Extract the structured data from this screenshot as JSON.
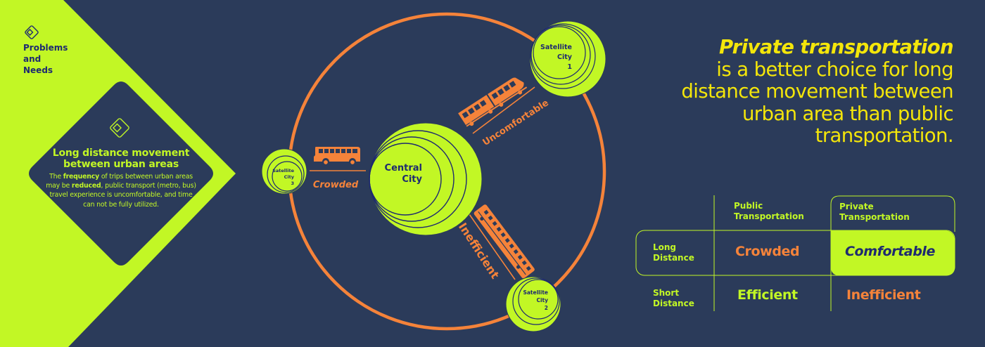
{
  "colors": {
    "background": "#2b3b5a",
    "lime": "#c2f725",
    "orange": "#f5833a",
    "navy_text": "#1e2a70",
    "headline_yellow": "#f4e60a"
  },
  "left_panel": {
    "icon": "diamond-logo-icon",
    "section_label": [
      "Problems",
      "and",
      "Needs"
    ],
    "card": {
      "icon": "diamond-logo-icon",
      "title_line1": "Long distance movement",
      "title_line2": "between urban areas",
      "body": {
        "p1": "The ",
        "b1": "frequency",
        "p2": " of trips between urban areas may be ",
        "b2": "reduced",
        "p3": ", public transport (metro, bus) travel experience is uncomfortable, and time can not be fully utilized."
      }
    }
  },
  "diagram": {
    "central_city": [
      "Central",
      "City"
    ],
    "satellite_1": [
      "Satellite",
      "City",
      "1"
    ],
    "satellite_2": [
      "Satellite",
      "City",
      "2"
    ],
    "satellite_3": [
      "Satellite",
      "City",
      "3"
    ],
    "links": [
      {
        "to": "satellite_3",
        "vehicle": "bus-icon",
        "label": "Crowded"
      },
      {
        "to": "satellite_1",
        "vehicle": "train-icon",
        "label": "Uncomfortable"
      },
      {
        "to": "satellite_2",
        "vehicle": "metro-icon",
        "label": "Inefficient"
      }
    ]
  },
  "headline": {
    "emphasis": "Private transportation",
    "lines": [
      "is a better choice for long",
      "distance movement between",
      "urban area than public",
      "transportation."
    ]
  },
  "comparison_table": {
    "columns": [
      [
        "Public",
        "Transportation"
      ],
      [
        "Private",
        "Transportation"
      ]
    ],
    "rows": [
      {
        "label": [
          "Long",
          "Distance"
        ],
        "public": "Crowded",
        "private": "Comfortable"
      },
      {
        "label": [
          "Short",
          "Distance"
        ],
        "public": "Efficient",
        "private": "Inefficient"
      }
    ]
  }
}
